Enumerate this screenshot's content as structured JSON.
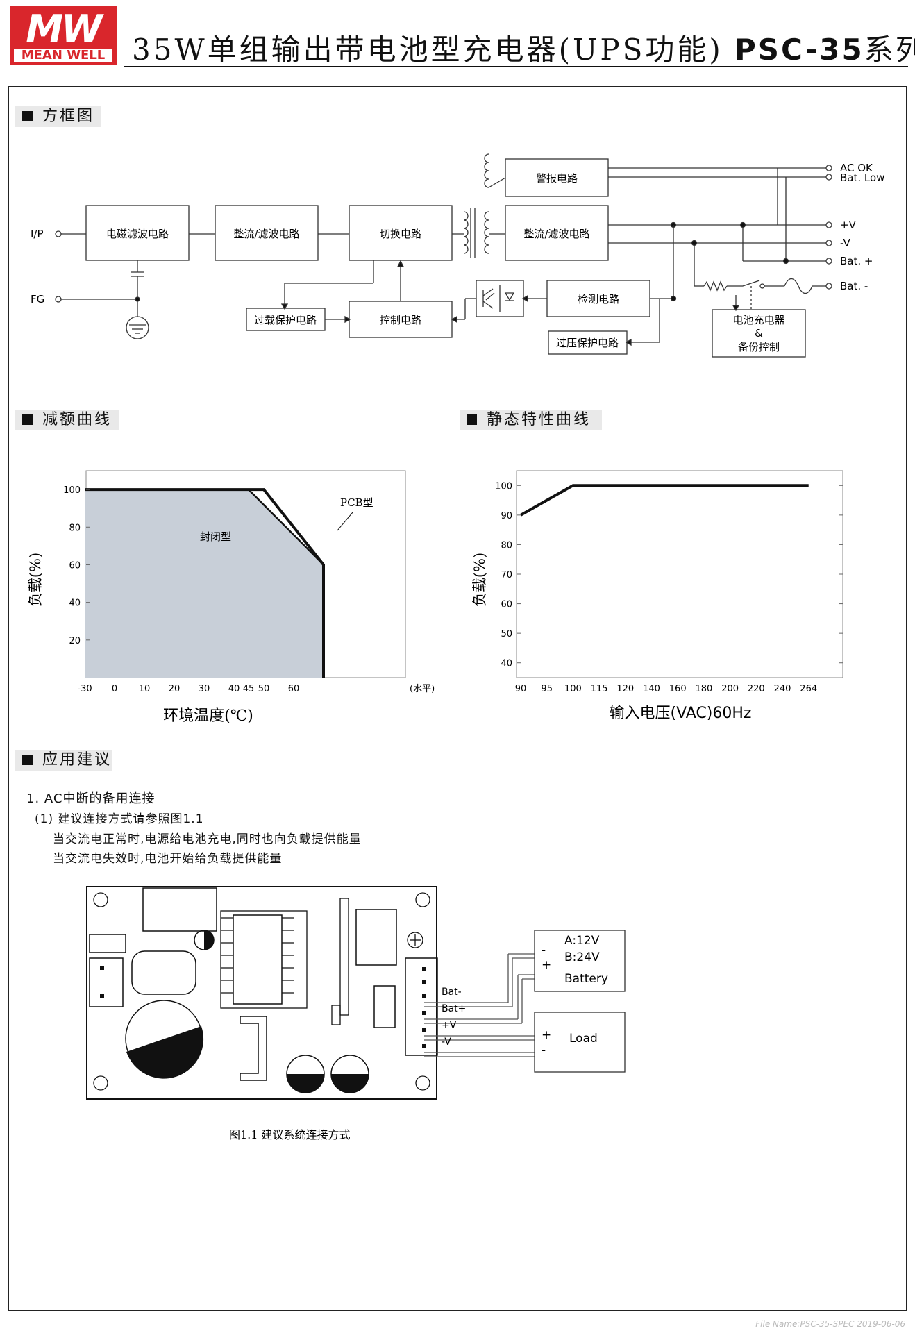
{
  "header": {
    "logo_top": "MW",
    "logo_bottom": "MEAN WELL",
    "title": "35W单组输出带电池型充电器(UPS功能)",
    "model": "PSC-35",
    "series_suffix": "系列",
    "brand_color": "#d9262c"
  },
  "block_diagram": {
    "section_title": "方框图",
    "inputs": {
      "ip": "I/P",
      "fg": "FG"
    },
    "blocks": {
      "emi": "电磁滤波电路",
      "rect1": "整流/滤波电路",
      "switch": "切换电路",
      "alarm": "警报电路",
      "rect2": "整流/滤波电路",
      "olp": "过载保护电路",
      "control": "控制电路",
      "detect": "检测电路",
      "ovp": "过压保护电路",
      "charger_line1": "电池充电器",
      "charger_line2": "&",
      "charger_line3": "备份控制"
    },
    "outputs": [
      "AC OK",
      "Bat. Low",
      "+V",
      "-V",
      "Bat. +",
      "Bat. -"
    ]
  },
  "derating": {
    "section_title": "减额曲线",
    "chart_data": {
      "type": "line",
      "xlabel": "环境温度(℃)",
      "ylabel": "负载(%)",
      "x_ticks": [
        "-30",
        "0",
        "10",
        "20",
        "30",
        "40",
        "45",
        "50",
        "60"
      ],
      "x_unit": "(水平)",
      "y_ticks": [
        "100",
        "80",
        "60",
        "40",
        "20"
      ],
      "series": [
        {
          "name": "封闭型",
          "x": [
            -30,
            45,
            70,
            70
          ],
          "y": [
            100,
            100,
            60,
            0
          ]
        },
        {
          "name": "PCB型",
          "x": [
            -30,
            50,
            70,
            70
          ],
          "y": [
            100,
            100,
            60,
            0
          ]
        }
      ],
      "xlim": [
        -30,
        80
      ],
      "ylim": [
        0,
        110
      ]
    }
  },
  "static": {
    "section_title": "静态特性曲线",
    "chart_data": {
      "type": "line",
      "xlabel": "输入电压(VAC)60Hz",
      "ylabel": "负载(%)",
      "x_ticks": [
        "90",
        "95",
        "100",
        "115",
        "120",
        "140",
        "160",
        "180",
        "200",
        "220",
        "240",
        "264"
      ],
      "y_ticks": [
        "100",
        "90",
        "80",
        "70",
        "60",
        "50",
        "40"
      ],
      "series": [
        {
          "name": "",
          "x": [
            "90",
            "100",
            "264"
          ],
          "y": [
            90,
            100,
            100
          ]
        }
      ],
      "ylim": [
        35,
        105
      ]
    }
  },
  "application": {
    "section_title": "应用建议",
    "item1": "1. AC中断的备用连接",
    "sub1": "(1) 建议连接方式请参照图1.1",
    "line1": "当交流电正常时,电源给电池充电,同时也向负载提供能量",
    "line2": "当交流电失效时,电池开始给负载提供能量",
    "pins": [
      "Bat-",
      "Bat+",
      "+V",
      "-V"
    ],
    "battery": {
      "a": "A:12V",
      "b": "B:24V",
      "label": "Battery",
      "minus": "-",
      "plus": "+"
    },
    "load": {
      "label": "Load",
      "plus": "+",
      "minus": "-"
    },
    "caption": "图1.1   建议系统连接方式"
  },
  "footer": {
    "file": "File Name:PSC-35-SPEC   2019-06-06"
  }
}
